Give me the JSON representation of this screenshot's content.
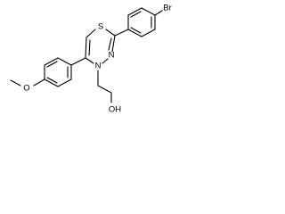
{
  "atoms": {
    "br": "Br",
    "s": "S",
    "n3": "N",
    "n4": "N",
    "o_methoxy": "O",
    "oh": "OH"
  },
  "colors": {
    "bond": "#000000",
    "label": "#000000",
    "background": "#ffffff"
  }
}
